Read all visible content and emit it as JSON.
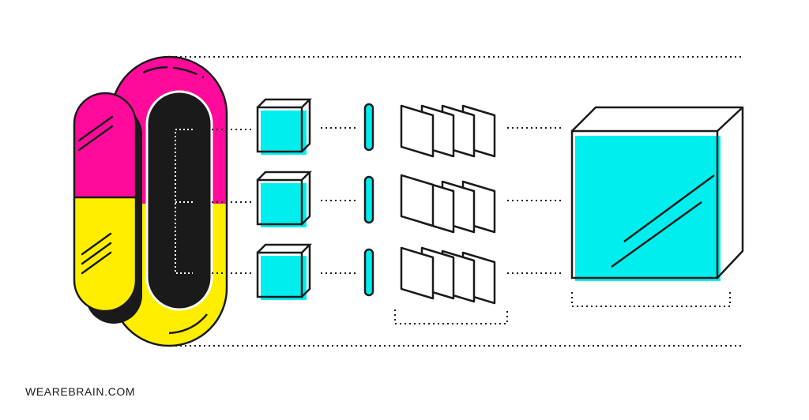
{
  "brand": {
    "text": "WEAREBRAIN.COM"
  },
  "colors": {
    "magenta": "#ff0a9a",
    "yellow": "#ffee00",
    "cyan": "#00eeee",
    "black": "#1a1a1a",
    "white": "#ffffff"
  },
  "diagram": {
    "rows": 3,
    "pages_per_row": 4,
    "icons": [
      "capsule-icon",
      "cube-icon",
      "slot-icon",
      "pages-icon",
      "large-box-icon"
    ]
  }
}
